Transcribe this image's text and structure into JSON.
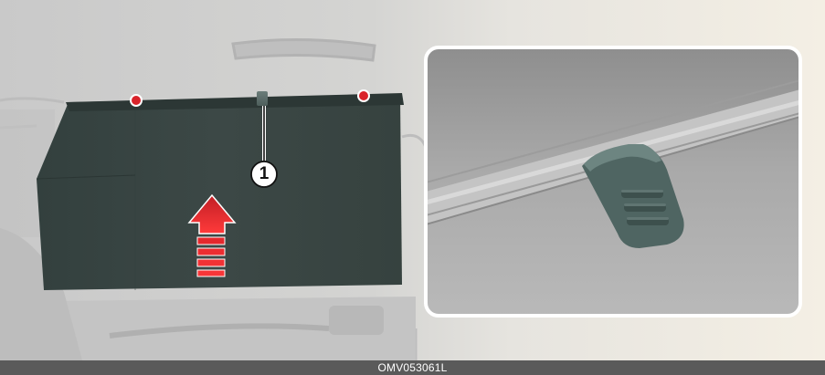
{
  "figure": {
    "callout_number": "1",
    "image_code": "OMV053061L"
  },
  "colors": {
    "shade": "#3b4745",
    "red_marker": "#d9232a",
    "tab": "#5a6b68",
    "caption_bar": "#5a5a5a"
  },
  "icons": {
    "up_arrow": "up-arrow-icon",
    "marker": "red-dot-marker"
  }
}
